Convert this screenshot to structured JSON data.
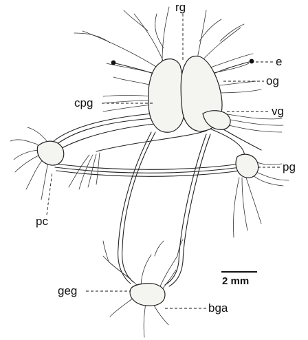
{
  "labels": {
    "rg": "rg",
    "e": "e",
    "og": "og",
    "cpg": "cpg",
    "vg": "vg",
    "pg": "pg",
    "pc": "pc",
    "geg": "geg",
    "bga": "bga"
  },
  "scale_bar": {
    "label": "2 mm"
  }
}
